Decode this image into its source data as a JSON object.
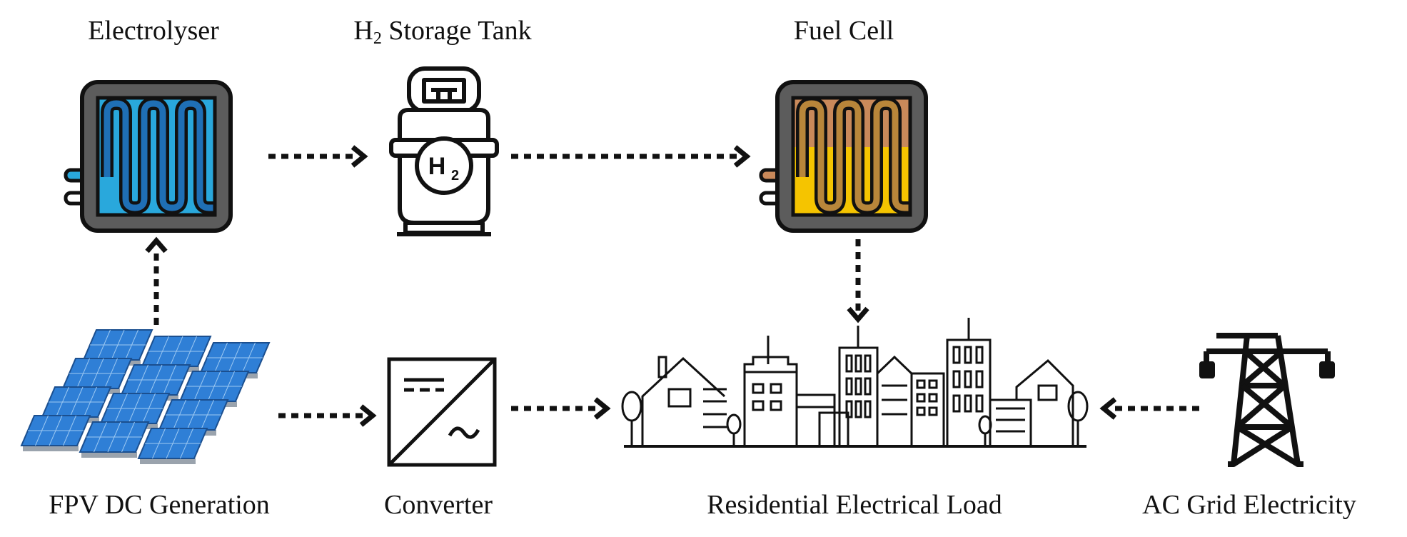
{
  "labels": {
    "electrolyser": "Electrolyser",
    "storage_main": "H",
    "storage_sub": "2",
    "storage_rest": " Storage Tank",
    "fuel_cell": "Fuel Cell",
    "fpv": "FPV DC Generation",
    "converter": "Converter",
    "load": "Residential Electrical Load",
    "grid": "AC Grid Electricity"
  },
  "icons": {
    "electrolyser": "electrolyser-icon",
    "storage": "hydrogen-tank-icon",
    "fuel_cell": "fuel-cell-icon",
    "fpv": "solar-panel-array-icon",
    "converter": "dc-ac-converter-icon",
    "load": "city-buildings-icon",
    "grid": "transmission-tower-icon"
  },
  "tank_text": {
    "main": "H",
    "sub": "2"
  },
  "colors": {
    "electrolyser_fill": "#29a8dc",
    "electrolyser_coil": "#1f6fb5",
    "fuel_cell_top": "#c9895a",
    "fuel_cell_bottom": "#f5c400",
    "frame": "#5c5c5c",
    "panel_blue": "#2f7fd6",
    "arrow": "#111111"
  }
}
